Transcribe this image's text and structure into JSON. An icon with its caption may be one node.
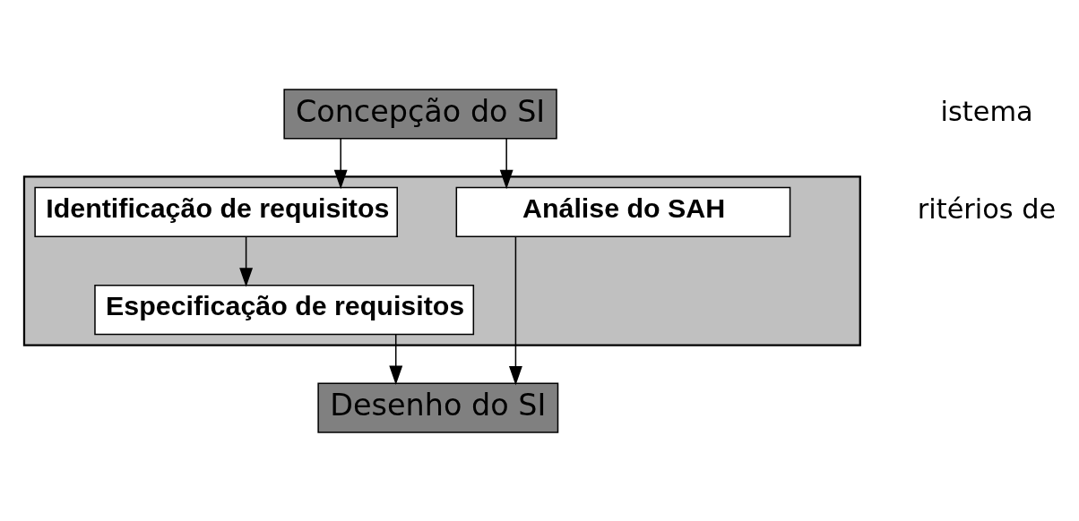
{
  "diagram": {
    "nodes": [
      {
        "text": [
          "Concepção do SI"
        ]
      },
      {
        "text": [],
        "shape": "box"
      },
      {
        "text": [
          "Identificação de requisitos"
        ],
        "in": 1
      },
      {
        "text": [
          "Especificação de requisitos"
        ],
        "in": 1
      },
      {
        "text": [
          "Análise do SAH"
        ],
        "in": 1
      },
      {
        "text": [
          "Desenho do SI"
        ]
      }
    ],
    "edges": [
      {
        "from": 0,
        "to": 2,
        "arrow": "to"
      },
      {
        "from": 0,
        "to": 4,
        "arrow": "to"
      },
      {
        "from": 2,
        "to": 3,
        "arrow": "to"
      },
      {
        "from": 3,
        "to": 5,
        "arrow": "to"
      },
      {
        "from": 4,
        "to": 5,
        "arrow": "to"
      }
    ],
    "labels": [
      "istema",
      "ritérios de"
    ]
  }
}
